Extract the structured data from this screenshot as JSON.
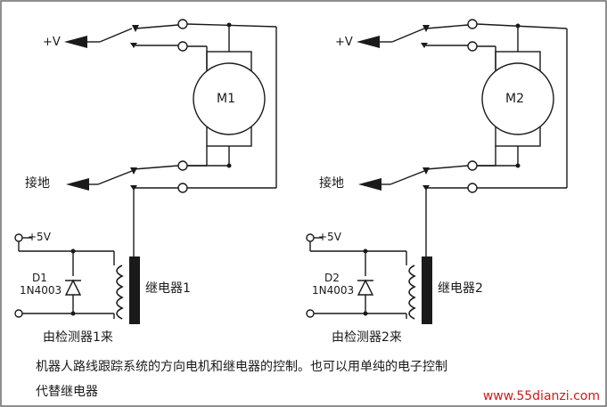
{
  "left": {
    "vplus": "+V",
    "ground": "接地",
    "motor": "M1",
    "supply": "+5V",
    "diode_name": "D1",
    "diode_part": "1N4003",
    "relay": "继电器1",
    "from_detector": "由检测器1来"
  },
  "right": {
    "vplus": "+V",
    "ground": "接地",
    "motor": "M2",
    "supply": "+5V",
    "diode_name": "D2",
    "diode_part": "1N4003",
    "relay": "继电器2",
    "from_detector": "由检测器2来"
  },
  "caption_line1": "机器人路线跟踪系统的方向电机和继电器的控制。也可以用单纯的电子控制",
  "caption_line2": "代替继电器",
  "watermark": "www.55dianzi.com",
  "colors": {
    "ink": "#1a1a1a",
    "frame": "#6a6a6a",
    "watermark": "#d11a1a"
  }
}
